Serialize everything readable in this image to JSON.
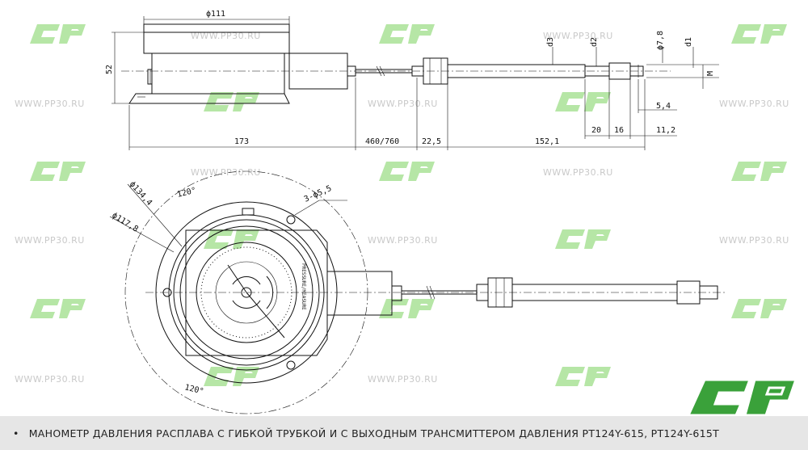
{
  "watermarks": {
    "url": "WWW.PP30.RU",
    "logo_text": "СП",
    "logo_color": "#8fd47a",
    "logo_color_large": "#3aa13a"
  },
  "dimensions": {
    "d111": "ϕ111",
    "h52": "52",
    "l173": "173",
    "l460_760": "460/760",
    "l22_5": "22,5",
    "l152_1": "152,1",
    "d3": "d3",
    "d2": "d2",
    "d7_8": "ϕ7,8",
    "d1": "d1",
    "m": "M",
    "l5_4": "5,4",
    "l20": "20",
    "l16": "16",
    "l11_2": "11,2",
    "d134_4": "ϕ134,4",
    "d117_8": "ϕ117,8",
    "a120_top": "120°",
    "a120_bottom": "120°",
    "holes": "3-ϕ5,5"
  },
  "dial": {
    "label_pressure": "PRESSURE/MEASURE"
  },
  "caption": {
    "bullet": "•",
    "text": "МАНОМЕТР ДАВЛЕНИЯ РАСПЛАВА С ГИБКОЙ ТРУБКОЙ И С ВЫХОДНЫМ ТРАНСМИТТЕРОМ ДАВЛЕНИЯ  PT124Y-615, PT124Y-615T"
  }
}
